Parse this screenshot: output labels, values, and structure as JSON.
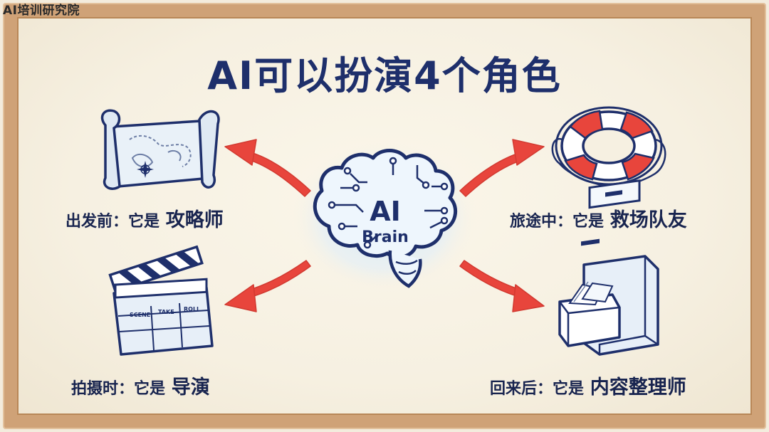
{
  "watermark": "AI培训研究院",
  "title": "AI可以扮演4个角色",
  "center": {
    "line1": "AI",
    "line2": "Brain"
  },
  "clapper": {
    "scene": "SCENE",
    "take": "TAKE",
    "roll": "ROLL"
  },
  "roles": [
    {
      "prefix": "出发前：它是",
      "role": "攻略师",
      "icon": "treasure-map-icon"
    },
    {
      "prefix": "旅途中：它是",
      "role": "救场队友",
      "icon": "life-ring-icon"
    },
    {
      "prefix": "拍摄时：它是",
      "role": "导演",
      "icon": "clapperboard-icon"
    },
    {
      "prefix": "回来后：它是",
      "role": "内容整理师",
      "icon": "file-cabinet-icon"
    }
  ],
  "colors": {
    "title": "#1e2f6b",
    "arrow": "#e8453c",
    "frame": "#cfa277",
    "brain": "#1e2f6b"
  }
}
